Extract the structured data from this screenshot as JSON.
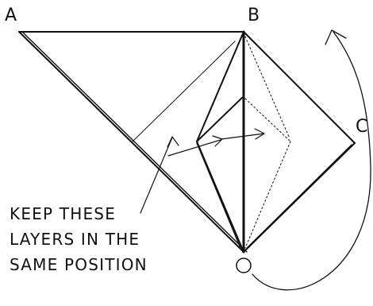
{
  "labels": {
    "a": "A",
    "b": "B",
    "c": "C"
  },
  "note": {
    "line1": "KEEP THESE",
    "line2": "LAYERS IN THE",
    "line3": "SAME POSITION"
  },
  "colors": {
    "ink": "#111111",
    "background": "#ffffff"
  }
}
